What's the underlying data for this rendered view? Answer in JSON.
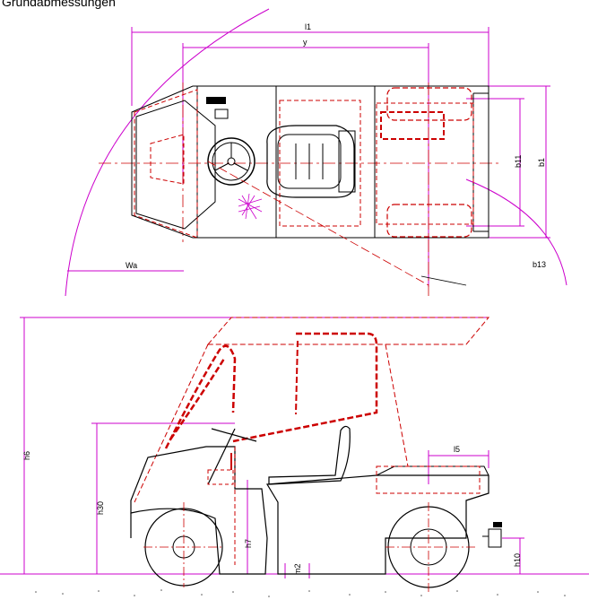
{
  "title": "Grundabmessungen",
  "top_view": {
    "dimensions": {
      "l1": "l1",
      "y": "y",
      "b1": "b1",
      "b11": "b11",
      "wa": "Wa",
      "b13": "b13"
    }
  },
  "side_view": {
    "dimensions": {
      "h6": "h6",
      "h30": "h30",
      "h7": "h7",
      "l5": "l5",
      "m2": "m2",
      "h10": "h10"
    }
  },
  "colors": {
    "dimension_lines": "#cc00cc",
    "hidden_lines": "#cc0000",
    "outline": "#000000"
  }
}
